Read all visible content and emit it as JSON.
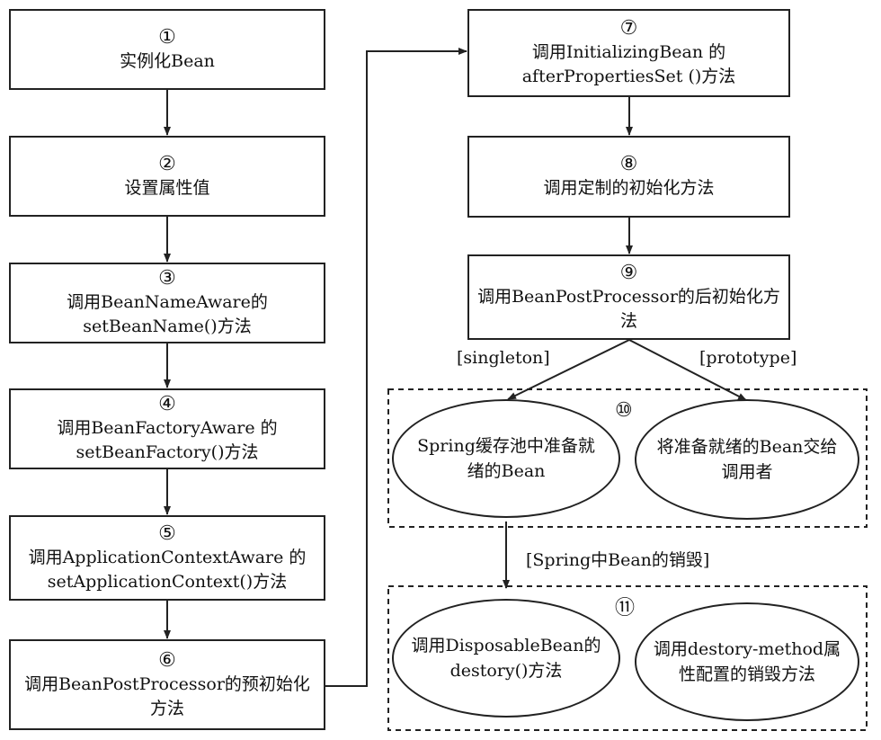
{
  "steps": [
    {
      "num": "①",
      "text": "实例化Bean"
    },
    {
      "num": "②",
      "text": "设置属性值"
    },
    {
      "num": "③",
      "text": "调用BeanNameAware的 setBeanName()方法"
    },
    {
      "num": "④",
      "text": "调用BeanFactoryAware 的 setBeanFactory()方法"
    },
    {
      "num": "⑤",
      "text": "调用ApplicationContextAware 的 setApplicationContext()方法"
    },
    {
      "num": "⑥",
      "text": "调用BeanPostProcessor的预初始化方法"
    },
    {
      "num": "⑦",
      "text": "调用InitializingBean 的 afterPropertiesSet ()方法"
    },
    {
      "num": "⑧",
      "text": "调用定制的初始化方法"
    },
    {
      "num": "⑨",
      "text": "调用BeanPostProcessor的后初始化方法"
    }
  ],
  "branches": {
    "singleton": "[singleton]",
    "prototype": "[prototype]",
    "destroy": "[Spring中Bean的销毁]"
  },
  "group10": {
    "num": "⑩",
    "left": "Spring缓存池中准备就绪的Bean",
    "right": "将准备就绪的Bean交给调用者"
  },
  "group11": {
    "num": "⑪",
    "left": "调用DisposableBean的destory()方法",
    "right": "调用destory-method属性配置的销毁方法"
  }
}
